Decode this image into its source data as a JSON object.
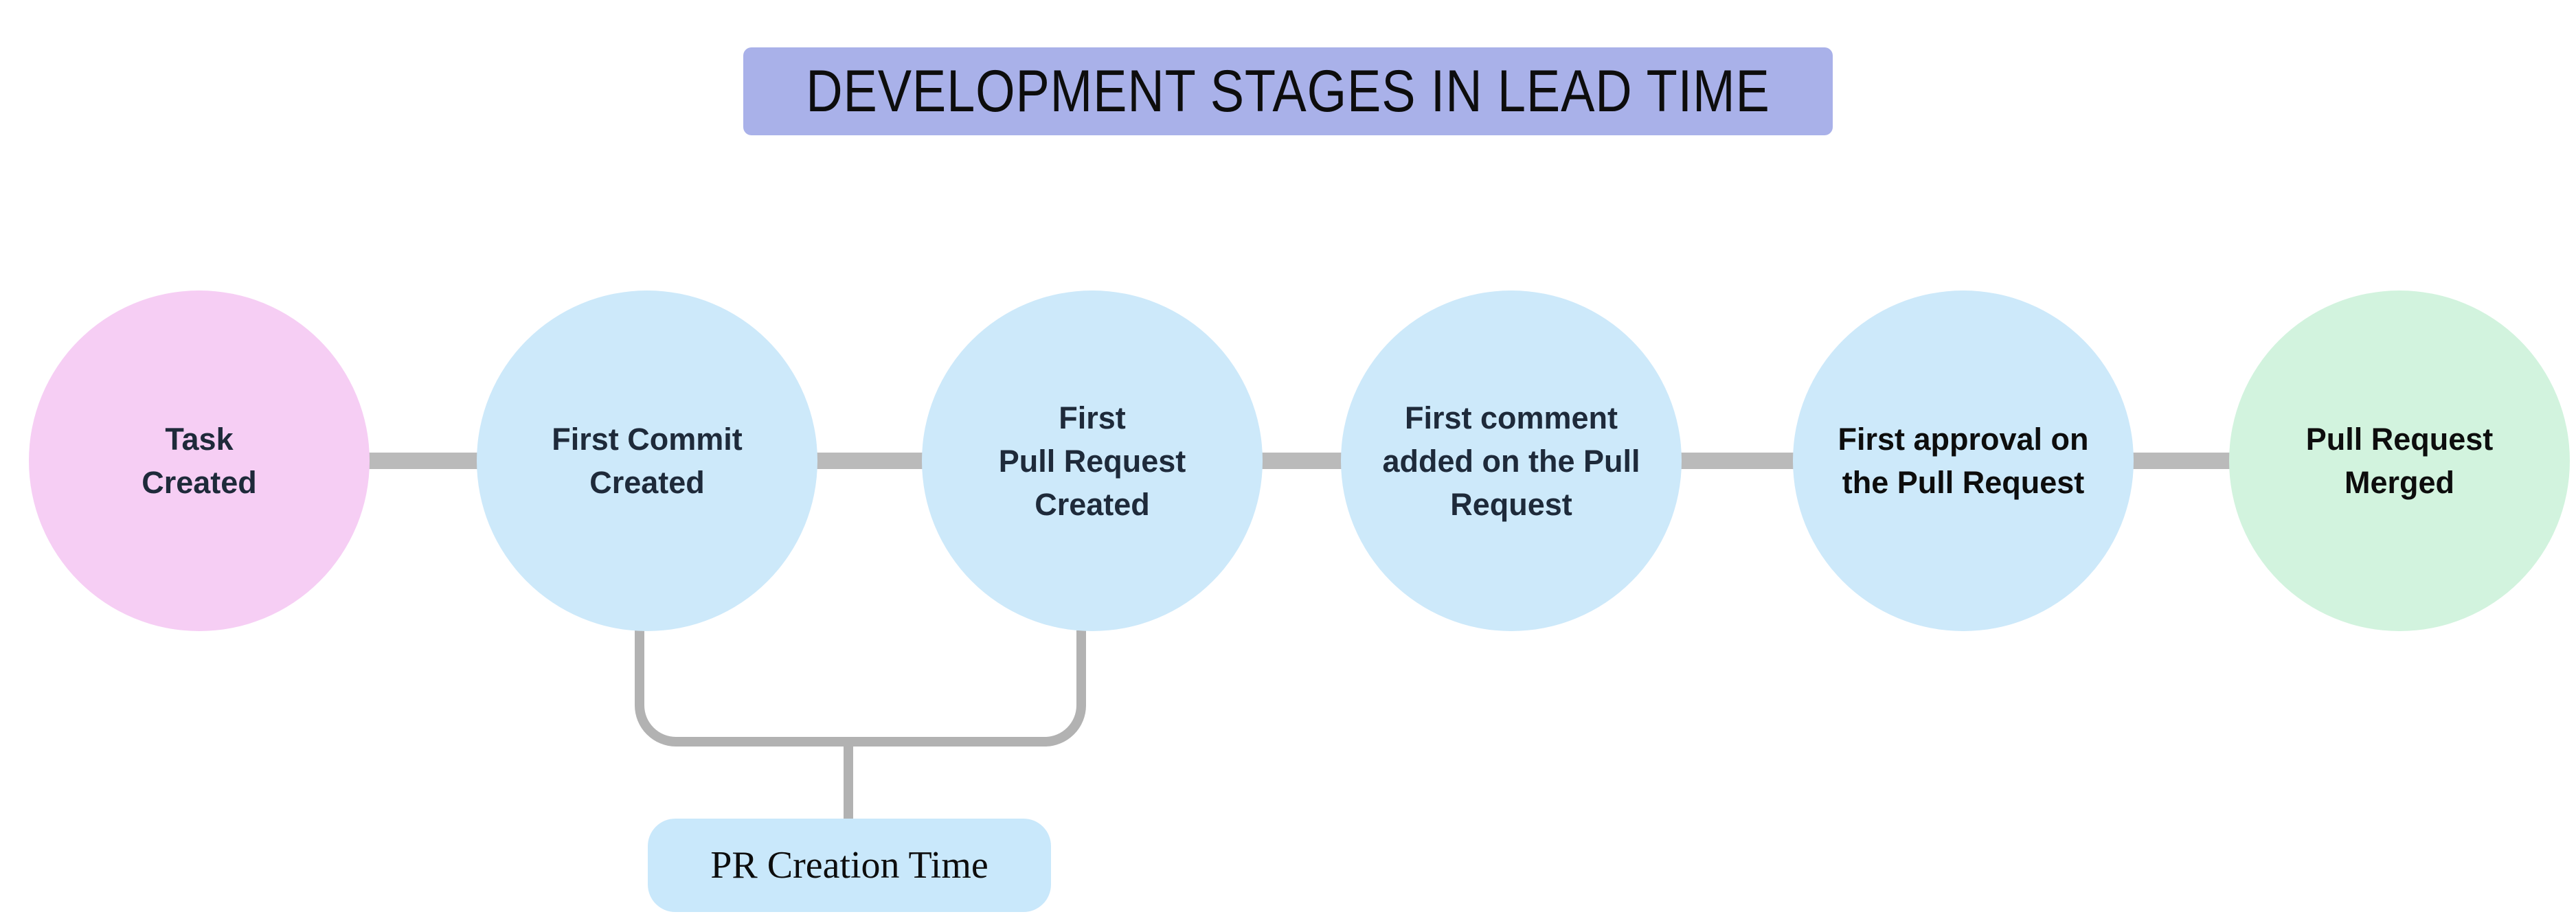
{
  "title": {
    "label": "DEVELOPMENT STAGES IN LEAD TIME"
  },
  "colors": {
    "title_bg": "#a9b1e9",
    "stage_pink": "#f6cef4",
    "stage_blue": "#cde9fa",
    "stage_green": "#d2f3de",
    "connector": "#bababa",
    "bracket": "#b2b2b2",
    "annotation_bg": "#c9e8fb",
    "text_dark_navy": "#1e2a3a",
    "text_black": "#0d0d0d"
  },
  "stages": [
    {
      "id": "task-created",
      "lines": [
        "Task",
        "Created"
      ],
      "color": "#f6cef4",
      "text_color": "#1e2a3a"
    },
    {
      "id": "first-commit-created",
      "lines": [
        "First Commit",
        "Created"
      ],
      "color": "#cde9fa",
      "text_color": "#1e2a3a"
    },
    {
      "id": "first-pull-request-created",
      "lines": [
        "First",
        "Pull Request",
        "Created"
      ],
      "color": "#cde9fa",
      "text_color": "#1e2a3a"
    },
    {
      "id": "first-comment-added",
      "lines": [
        "First comment",
        "added on the Pull",
        "Request"
      ],
      "color": "#cde9fa",
      "text_color": "#1e2a3a"
    },
    {
      "id": "first-approval",
      "lines": [
        "First approval on",
        "the Pull Request"
      ],
      "color": "#cde9fa",
      "text_color": "#0d0d0d"
    },
    {
      "id": "pull-request-merged",
      "lines": [
        "Pull Request",
        "Merged"
      ],
      "color": "#d2f3de",
      "text_color": "#0d0d0d"
    }
  ],
  "annotation": {
    "label": "PR Creation Time",
    "spans_stages": [
      "First Commit Created",
      "First Pull Request Created"
    ]
  }
}
